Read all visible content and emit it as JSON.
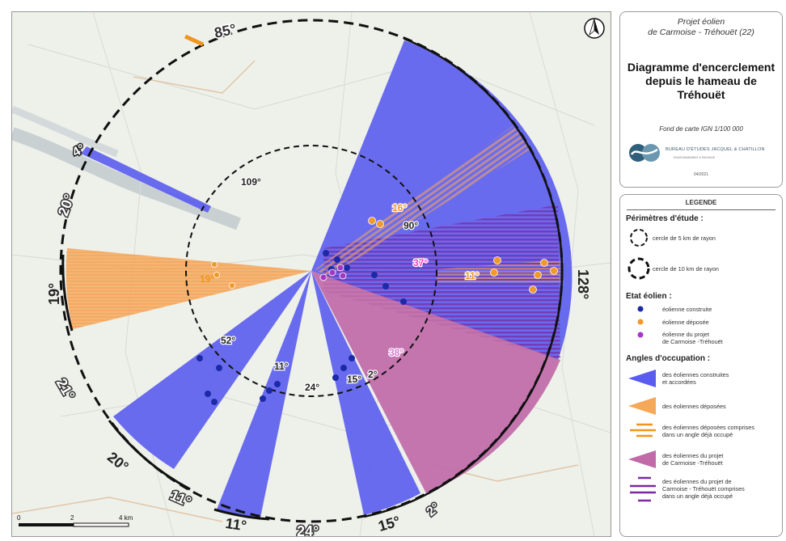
{
  "map": {
    "rings": {
      "inner_km": 5,
      "outer_km": 10
    },
    "ring_labels": {
      "deg_85": "85°",
      "deg_109": "109°",
      "deg_4": "4°",
      "deg_20_left": "20°",
      "deg_19": "19°",
      "deg_21": "21°",
      "deg_20_bottom": "20°",
      "deg_11_a": "11°",
      "deg_11_b": "11°",
      "deg_24": "24°",
      "deg_15": "15°",
      "deg_2": "2°",
      "deg_128": "128°",
      "in_52": "52°",
      "in_11": "11°",
      "in_24": "24°",
      "in_15": "15°",
      "in_2": "2°",
      "in_38": "38°",
      "in_37": "37°",
      "in_90": "90°",
      "in_16": "16°",
      "in_11_orange": "11°",
      "in_19": "19°"
    },
    "scale": {
      "zero": "0",
      "two": "2",
      "four": "4 km"
    },
    "colors": {
      "built": "#5a5cf0",
      "deposited": "#f5a858",
      "project": "#c06aa8",
      "built_dot": "#1c2aa6",
      "deposited_dot": "#ef9a2a",
      "project_dot": "#a338c4"
    }
  },
  "title": {
    "project_line1": "Projet éolien",
    "project_line2": "de Carmoise - Tréhouët (22)",
    "main_line1": "Diagramme d'encerclement",
    "main_line2": "depuis le hameau de",
    "main_line3": "Tréhouët",
    "fond": "Fond de carte IGN 1/100 000",
    "logo_text": "BUREAU D'ÉTUDES JACQUEL & CHATILLON",
    "logo_sub": "ENVIRONNEMENT & PAYSAGE",
    "date": "04/2021"
  },
  "legend": {
    "title": "LEGENDE",
    "perimeters_heading": "Périmètres d'étude :",
    "circle_5": "cercle de 5 km de rayon",
    "circle_10": "cercle de 10 km de rayon",
    "etat_heading": "Etat éolien :",
    "built_dot": "éolienne construite",
    "deposited_dot": "éolienne déposée",
    "project_dot_l1": "éolienne du projet",
    "project_dot_l2": "de Carmoise -Tréhouët",
    "angles_heading": "Angles d'occupation :",
    "built_angle_l1": "des éoliennes construites",
    "built_angle_l2": "et accordées",
    "deposited_angle": "des éoliennes déposées",
    "dep_in_l1": "des éoliennes déposées comprises",
    "dep_in_l2": "dans un angle déjà occupé",
    "proj_angle_l1": "des éoliennes du projet",
    "proj_angle_l2": "de Carmoise -Tréhouët",
    "proj_in_l1": "des éoliennes du projet de",
    "proj_in_l2": "Carmoise - Tréhouët comprises",
    "proj_in_l3": "dans un angle déjà occupé"
  }
}
